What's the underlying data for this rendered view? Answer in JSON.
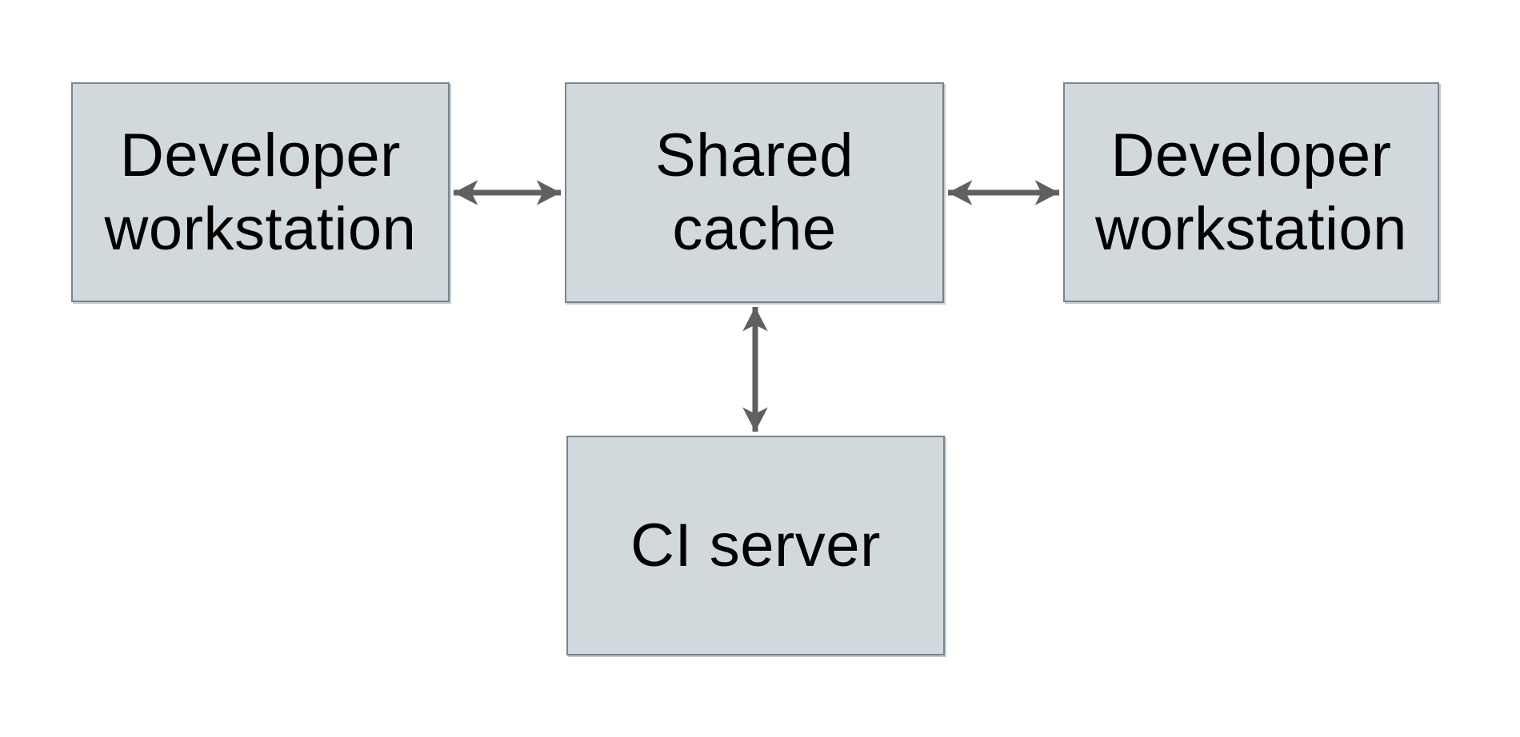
{
  "diagram": {
    "nodes": [
      {
        "id": "developer-workstation-left",
        "label": "Developer workstation"
      },
      {
        "id": "shared-cache",
        "label": "Shared cache"
      },
      {
        "id": "developer-workstation-right",
        "label": "Developer workstation"
      },
      {
        "id": "ci-server",
        "label": "CI server"
      }
    ],
    "edges": [
      {
        "from": "developer-workstation-left",
        "to": "shared-cache",
        "direction": "bidirectional"
      },
      {
        "from": "shared-cache",
        "to": "developer-workstation-right",
        "direction": "bidirectional"
      },
      {
        "from": "shared-cache",
        "to": "ci-server",
        "direction": "bidirectional"
      }
    ]
  },
  "colors": {
    "background": "#ffffff",
    "node_fill": "#d2d9dc",
    "node_border": "#74868f",
    "arrow": "#5f6062",
    "text": "#000000"
  }
}
